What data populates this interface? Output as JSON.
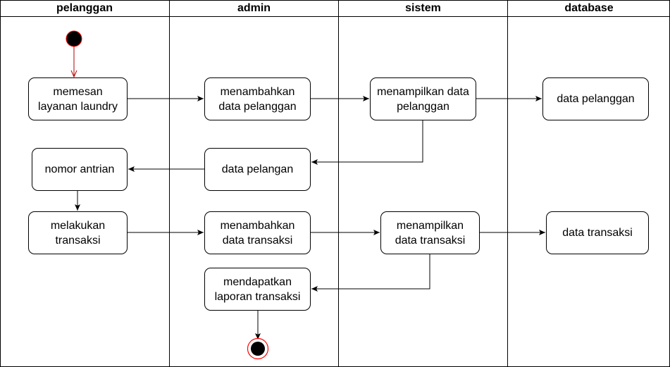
{
  "lanes": [
    "pelanggan",
    "admin",
    "sistem",
    "database"
  ],
  "nodes": {
    "memesan": "memesan\nlayanan laundry",
    "menambahkan_pelanggan": "menambahkan\ndata pelanggan",
    "menampilkan_pelanggan": "menampilkan data\npelanggan",
    "data_pelanggan_db": "data pelanggan",
    "nomor_antrian": "nomor antrian",
    "data_pelangan": "data pelangan",
    "melakukan_transaksi": "melakukan\ntransaksi",
    "menambahkan_transaksi": "menambahkan\ndata transaksi",
    "menampilkan_transaksi": "menampilkan\ndata transaksi",
    "data_transaksi_db": "data transaksi",
    "laporan": "mendapatkan\nlaporan transaksi"
  },
  "colors": {
    "start_fill": "#000000",
    "start_stroke": "#ff0000",
    "line": "#000000",
    "start_arrow": "#b20000"
  }
}
